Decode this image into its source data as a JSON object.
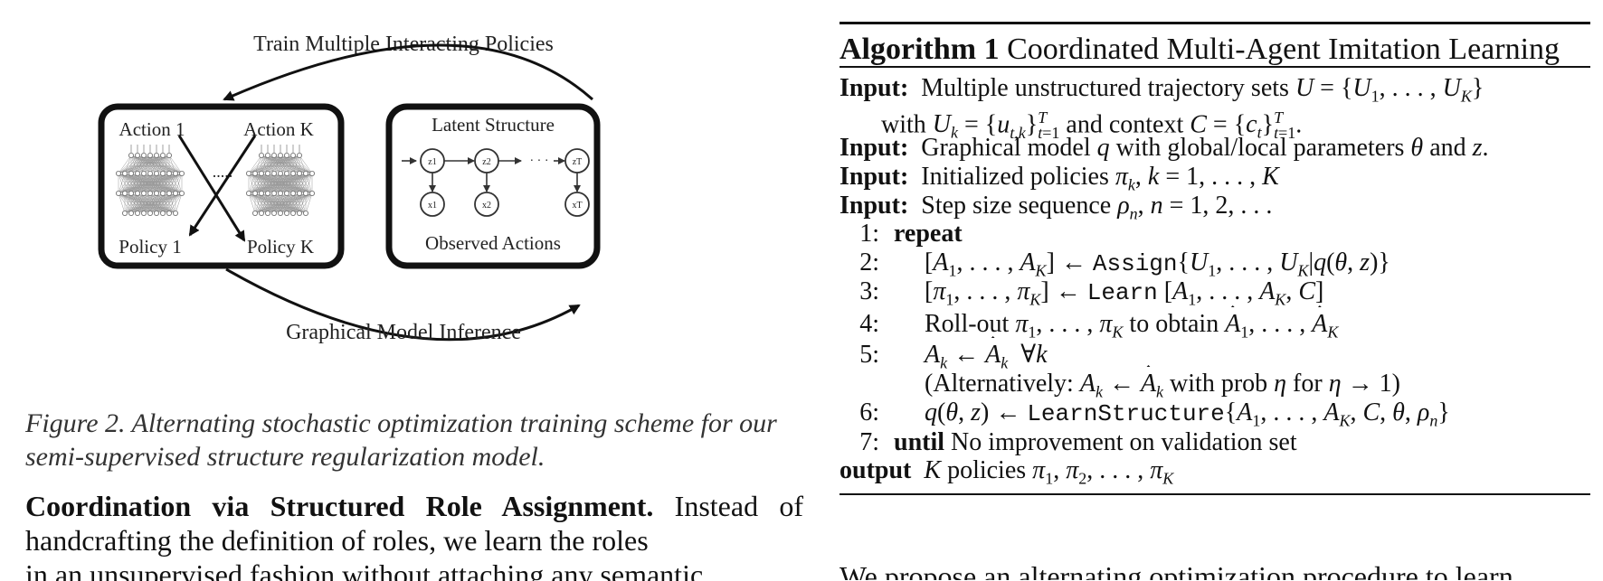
{
  "figure": {
    "top_label": "Train Multiple Interacting Policies",
    "bottom_label": "Graphical Model Inference",
    "left_box": {
      "action_1": "Action 1",
      "action_k": "Action K",
      "policy_1": "Policy 1",
      "policy_k": "Policy K",
      "dots": "....."
    },
    "right_box": {
      "title": "Latent Structure",
      "z1": "z1",
      "z2": "z2",
      "zt": "zT",
      "x1": "x1",
      "x2": "x2",
      "xt": "xT",
      "dots": "· · ·",
      "footer": "Observed Actions"
    }
  },
  "caption": {
    "label": "Figure 2.",
    "text": "Alternating stochastic optimization training scheme for our semi-supervised structure regularization model."
  },
  "body": {
    "heading": "Coordination via Structured Role Assignment.",
    "text": "Instead of handcrafting the definition of roles, we learn the roles",
    "cut_line": "in an unsupervised fashion without attaching any semantic"
  },
  "algorithm": {
    "label": "Algorithm 1",
    "title": "Coordinated Multi-Agent Imitation Learning",
    "input_kw": "Input:",
    "output_kw": "output",
    "input1_a": "Multiple unstructured trajectory sets",
    "input1_b": "with",
    "input1_c": "and context",
    "input2_a": "Graphical model",
    "input2_b": "with global/local parameters",
    "input2_c": "and",
    "input3": "Initialized policies",
    "input4": "Step size sequence",
    "repeat_kw": "repeat",
    "until_kw": "until",
    "until_text": "No improvement on validation set",
    "assign_fn": "Assign",
    "learn_fn": "Learn",
    "learnstructure_fn": "LearnStructure",
    "rollout_a": "Roll-out",
    "rollout_b": "to obtain",
    "alt_a": "(Alternatively:",
    "alt_b": "with prob",
    "alt_c": "for",
    "output_text": "policies",
    "step_nums": [
      "1:",
      "2:",
      "3:",
      "4:",
      "5:",
      "6:",
      "7:"
    ]
  },
  "bottom_cut": "We propose an alternating optimization procedure to learn"
}
